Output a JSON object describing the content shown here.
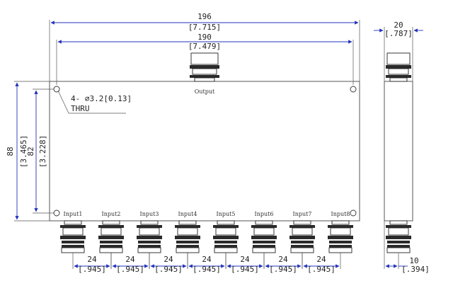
{
  "front_view": {
    "overall_width": {
      "mm": "196",
      "inch": "[7.715]"
    },
    "hole_spacing_width": {
      "mm": "190",
      "inch": "[7.479]"
    },
    "overall_height": {
      "mm": "88",
      "inch": "[3.465]"
    },
    "hole_spacing_height": {
      "mm": "82",
      "inch": "[3.228]"
    },
    "hole_note": {
      "line1": "4- ⌀3.2[0.13]",
      "line2": "THRU"
    },
    "output_label": "Output",
    "inputs": [
      "Input1",
      "Input2",
      "Input3",
      "Input4",
      "Input5",
      "Input6",
      "Input7",
      "Input8"
    ],
    "port_pitch": [
      {
        "mm": "24",
        "inch": "[.945]"
      },
      {
        "mm": "24",
        "inch": "[.945]"
      },
      {
        "mm": "24",
        "inch": "[.945]"
      },
      {
        "mm": "24",
        "inch": "[.945]"
      },
      {
        "mm": "24",
        "inch": "[.945]"
      },
      {
        "mm": "24",
        "inch": "[.945]"
      },
      {
        "mm": "24",
        "inch": "[.945]"
      }
    ]
  },
  "side_view": {
    "depth": {
      "mm": "20",
      "inch": "[.787]"
    },
    "connector_offset": {
      "mm": "10",
      "inch": "[.394]"
    }
  },
  "colors": {
    "dimension_line": "#2233bb",
    "outline": "#555555",
    "text": "#1f1f1f"
  }
}
